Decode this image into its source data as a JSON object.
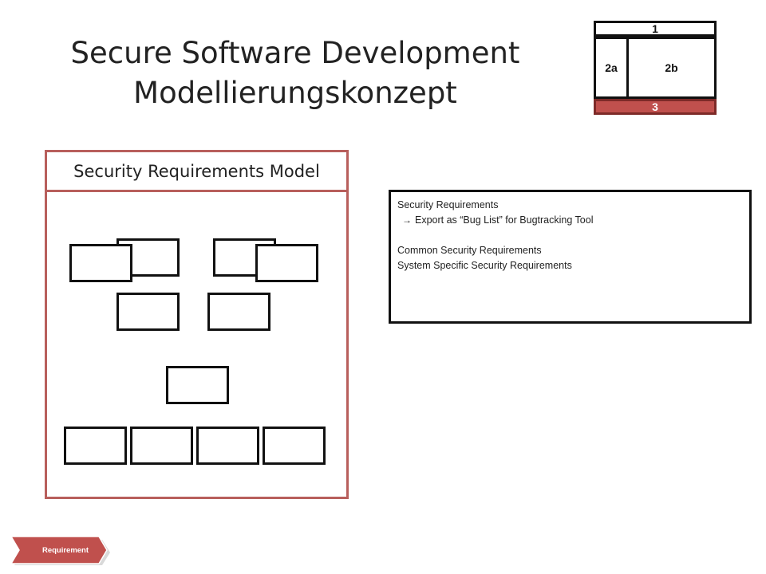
{
  "title": {
    "line1": "Secure Software Development",
    "line2": "Modellierungskonzept"
  },
  "layout_map": {
    "cells": {
      "top": "1",
      "left": "2a",
      "right": "2b",
      "bottom": "3"
    },
    "highlight_color": "#c0504d"
  },
  "panel": {
    "header": "Security Requirements Model",
    "border_color": "#b85f5c",
    "node_count": 11
  },
  "textbox": {
    "line1": "Security Requirements",
    "line2_arrow": "→",
    "line2": "Export as “Bug List” for Bugtracking Tool",
    "line3": "Common Security Requirements",
    "line4": "System Specific Security Requirements"
  },
  "breadcrumb": {
    "label": "Requirement",
    "color": "#c0504d"
  }
}
